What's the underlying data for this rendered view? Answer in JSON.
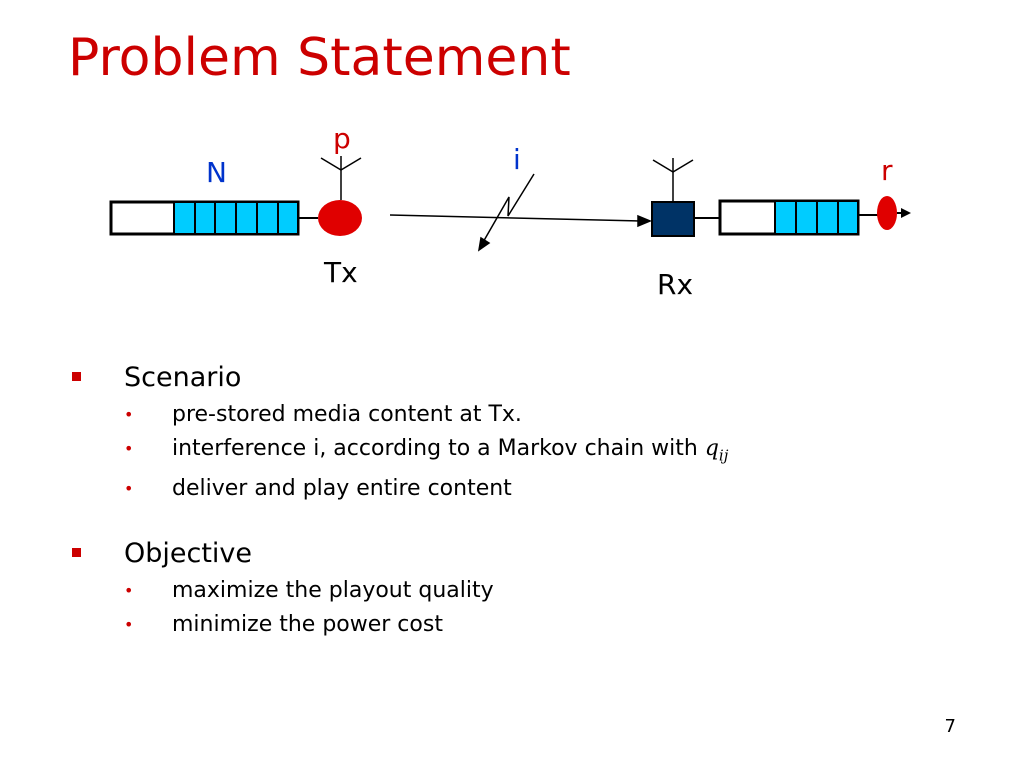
{
  "slide": {
    "title": "Problem Statement",
    "page_number": "7"
  },
  "diagram": {
    "label_N": "N",
    "label_p": "p",
    "label_i": "i",
    "label_r": "r",
    "label_tx": "Tx",
    "label_rx": "Rx",
    "colors": {
      "buffer_fill": "#00ccff",
      "node_red": "#e00000",
      "rx_block": "#003366",
      "label_blue": "#0033cc",
      "label_red": "#cc0000"
    }
  },
  "sections": [
    {
      "heading": "Scenario",
      "items": [
        {
          "text": "pre-stored media content at Tx."
        },
        {
          "text": "interference i, according to a Markov chain with ",
          "math": "q",
          "math_sub": "ij"
        },
        {
          "text": "deliver and play entire content"
        }
      ]
    },
    {
      "heading": "Objective",
      "items": [
        {
          "text": "maximize the playout quality"
        },
        {
          "text": "minimize the power cost"
        }
      ]
    }
  ]
}
